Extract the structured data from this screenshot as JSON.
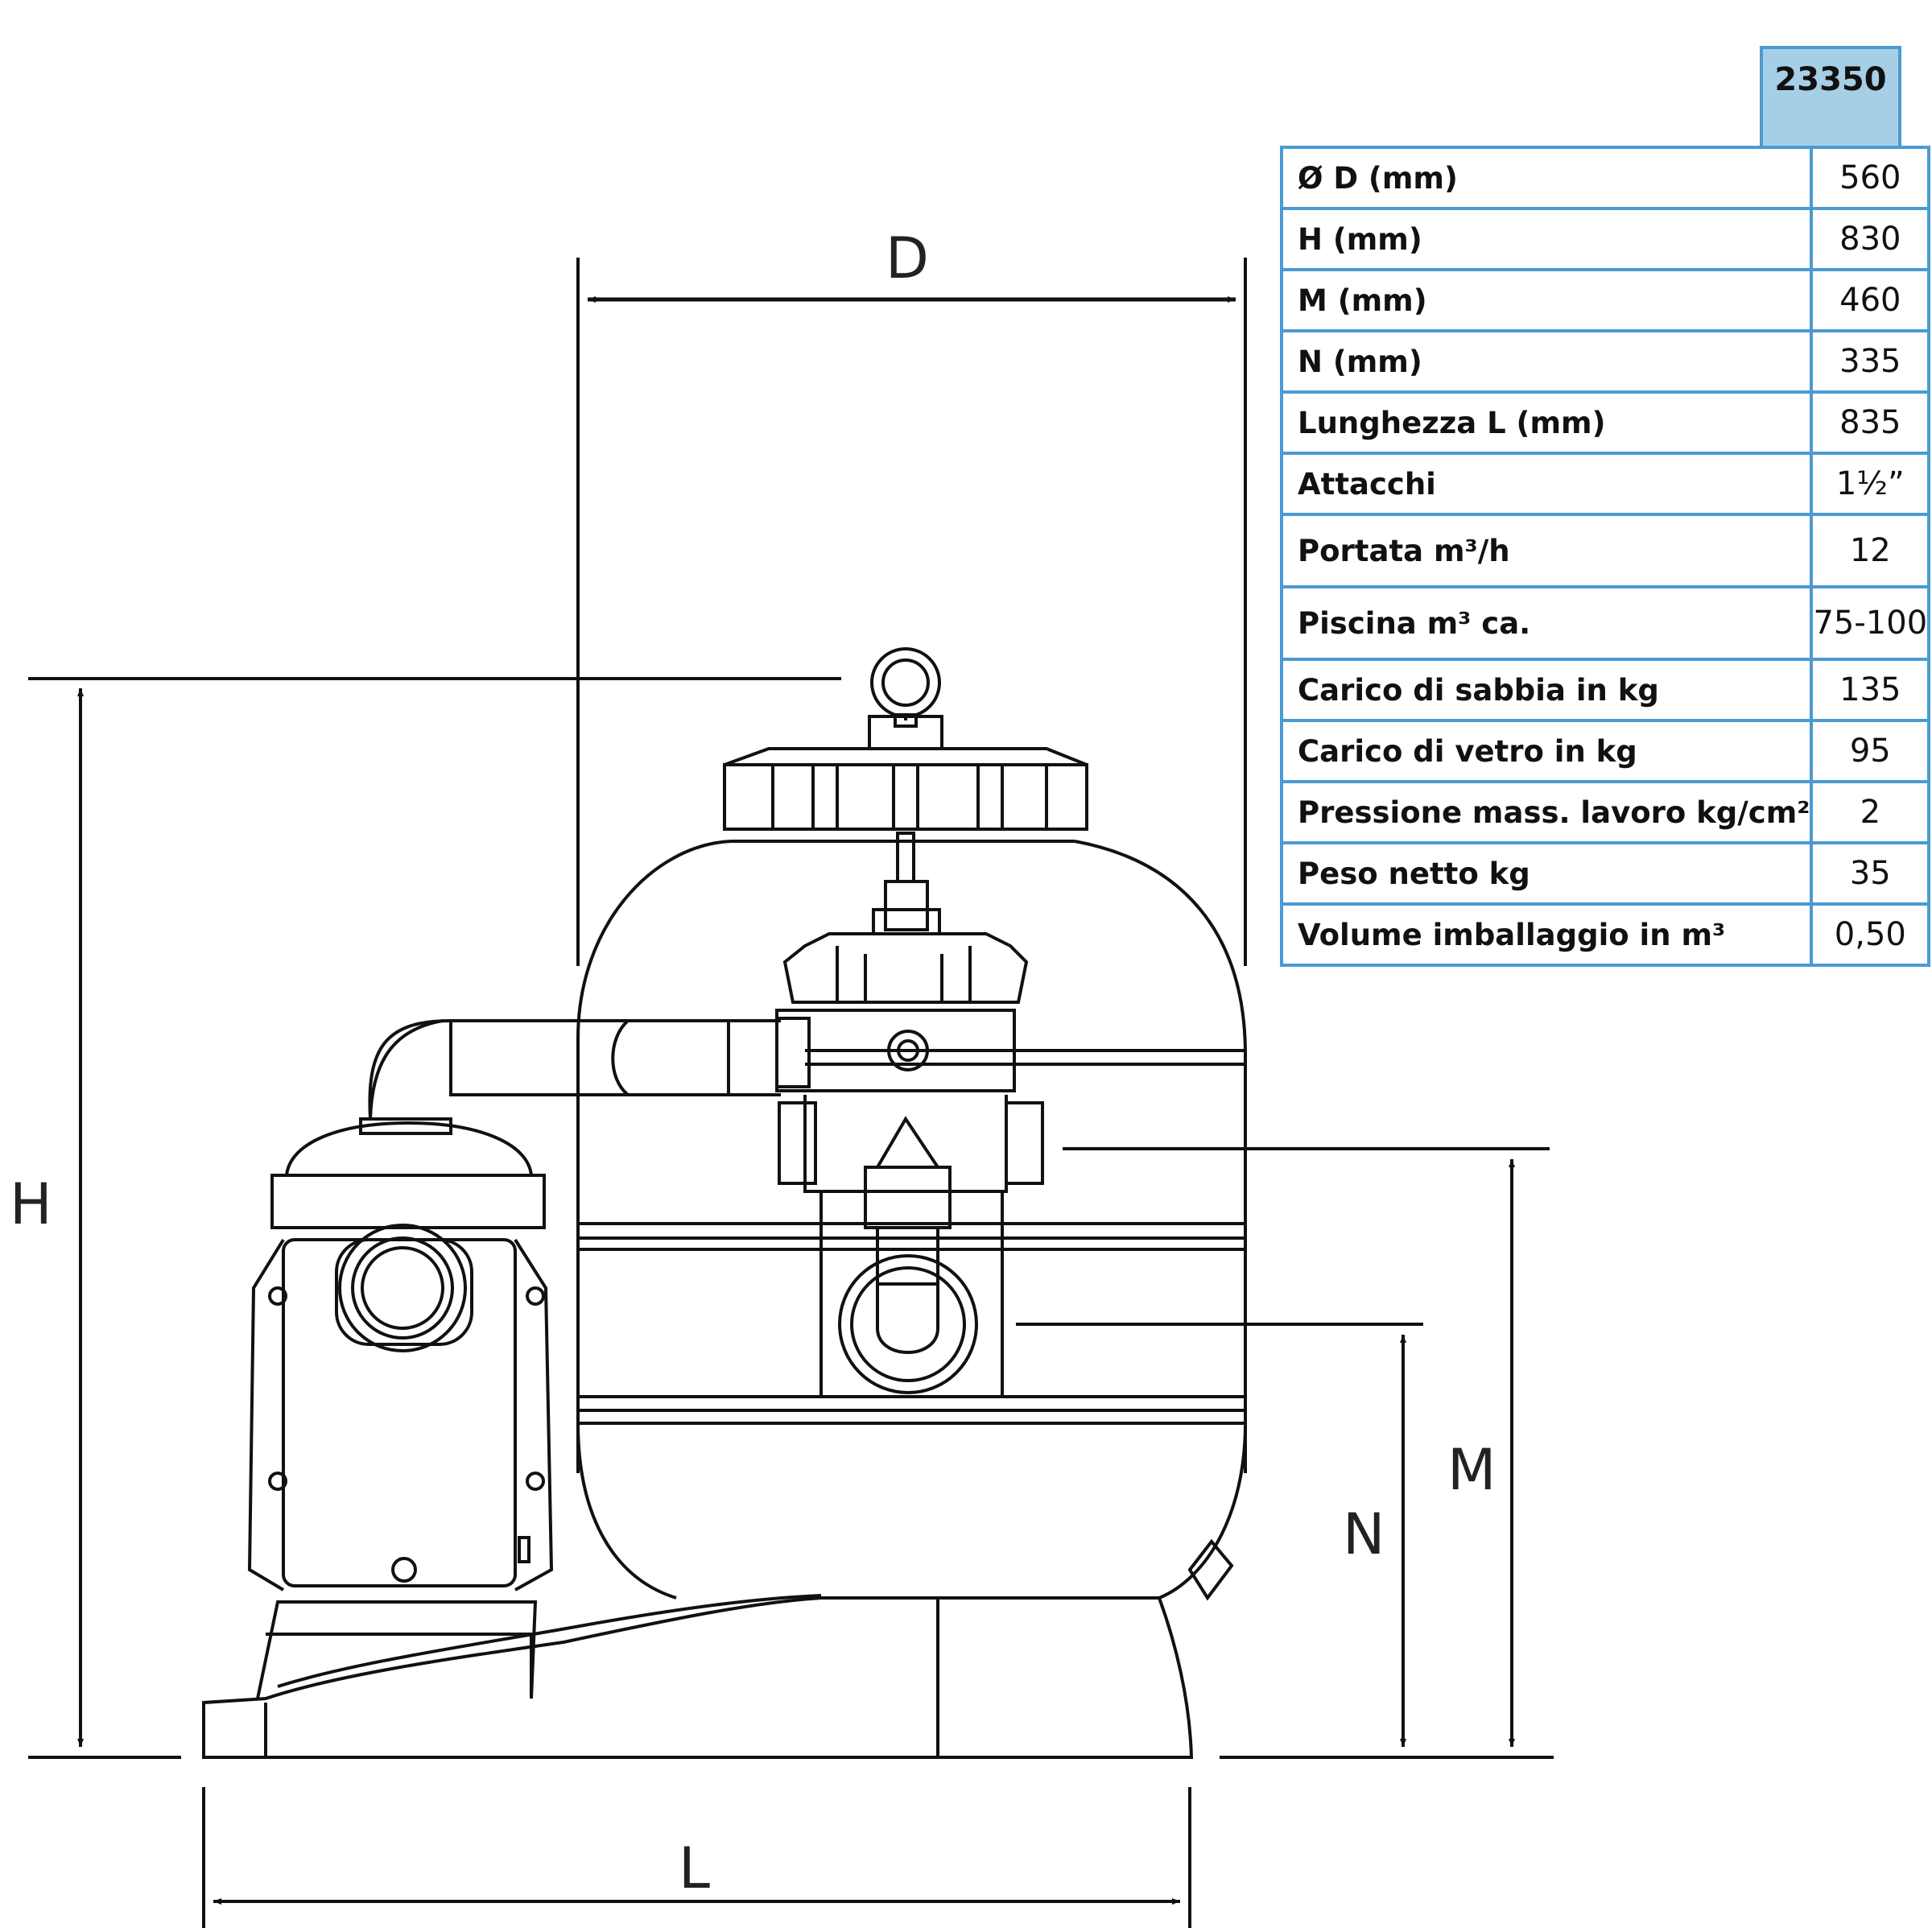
{
  "dimensions": {
    "d_label": "D",
    "h_label": "H",
    "m_label": "M",
    "n_label": "N",
    "l_label": "L"
  },
  "table": {
    "model": "23350",
    "rows": [
      {
        "label": "Ø D (mm)",
        "value": "560"
      },
      {
        "label": "H (mm)",
        "value": "830"
      },
      {
        "label": "M (mm)",
        "value": "460"
      },
      {
        "label": "N (mm)",
        "value": "335"
      },
      {
        "label": "Lunghezza L (mm)",
        "value": "835"
      },
      {
        "label": "Attacchi",
        "value": "1½”"
      },
      {
        "label": "Portata m³/h",
        "value": "12"
      },
      {
        "label": "Piscina m³ ca.",
        "value": "75-100"
      },
      {
        "label": "Carico di sabbia in kg",
        "value": "135"
      },
      {
        "label": "Carico di vetro in kg",
        "value": "95"
      },
      {
        "label": "Pressione mass. lavoro kg/cm²",
        "value": "2"
      },
      {
        "label": "Peso netto kg",
        "value": "35"
      },
      {
        "label": "Volume imballaggio in m³",
        "value": "0,50"
      }
    ]
  }
}
